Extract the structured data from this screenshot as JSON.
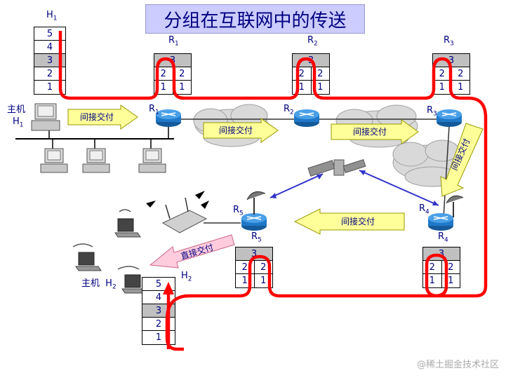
{
  "title": "分组在互联网中的传送",
  "host_h1": {
    "label": "H",
    "sub": "1",
    "layers": [
      "5",
      "4",
      "3",
      "2",
      "1"
    ],
    "caption_main": "主机",
    "caption_h": "H",
    "caption_sub": "1"
  },
  "host_h2": {
    "label": "H",
    "sub": "2",
    "layers": [
      "5",
      "4",
      "3",
      "2",
      "1"
    ],
    "caption_main": "主机",
    "caption_h": "H",
    "caption_sub": "2"
  },
  "router_stacks": [
    {
      "name": "R",
      "sub": "1",
      "top": "3",
      "rows": [
        [
          "2",
          "2"
        ],
        [
          "1",
          "1"
        ]
      ]
    },
    {
      "name": "R",
      "sub": "2",
      "top": "3",
      "rows": [
        [
          "2",
          "2"
        ],
        [
          "1",
          "1"
        ]
      ]
    },
    {
      "name": "R",
      "sub": "3",
      "top": "3",
      "rows": [
        [
          "2",
          "2"
        ],
        [
          "1",
          "1"
        ]
      ]
    },
    {
      "name": "R",
      "sub": "5",
      "top": "3",
      "rows": [
        [
          "2",
          "2"
        ],
        [
          "1",
          "1"
        ]
      ]
    },
    {
      "name": "R",
      "sub": "4",
      "top": "3",
      "rows": [
        [
          "2",
          "2"
        ],
        [
          "1",
          "1"
        ]
      ]
    }
  ],
  "router_icons": [
    {
      "name": "R",
      "sub": "1"
    },
    {
      "name": "R",
      "sub": "2"
    },
    {
      "name": "R",
      "sub": "3"
    },
    {
      "name": "R",
      "sub": "4"
    },
    {
      "name": "R",
      "sub": "5"
    }
  ],
  "arrows": {
    "indirect_1": "间接交付",
    "indirect_2": "间接交付",
    "indirect_3": "间接交付",
    "indirect_4": "间接交付",
    "indirect_5": "间接交付",
    "direct": "直接交付"
  },
  "watermark": "@稀土掘金技术社区",
  "colors": {
    "path": "#ff0000",
    "arrow_fill": "#ffff99",
    "direct_fill": "#ffccdd",
    "router_blue": "#1f78c8",
    "title_bg": "#ccccff",
    "text_blue": "#000080"
  }
}
